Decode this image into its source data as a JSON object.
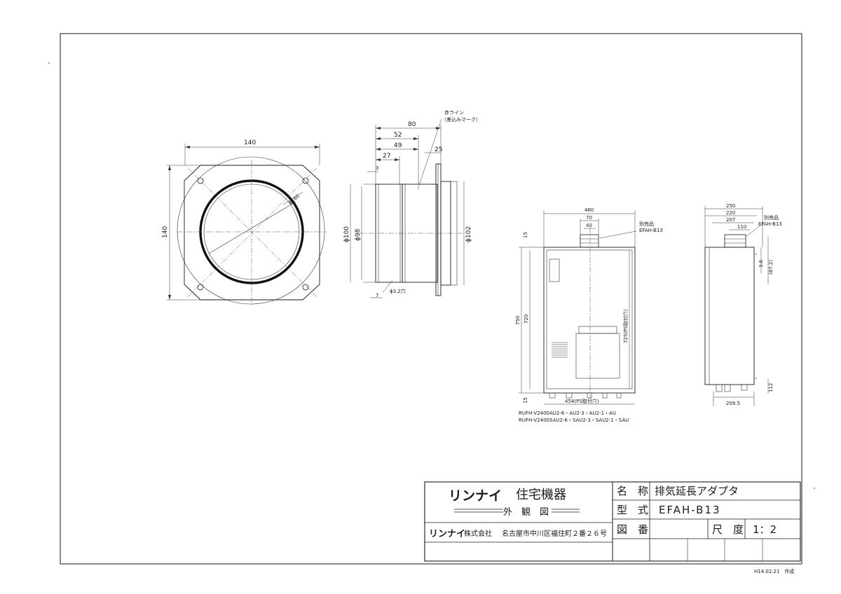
{
  "front_view": {
    "width_dim": "140",
    "height_dim": "140",
    "diameter": "ϕ160"
  },
  "side_view": {
    "dim_overall": "80",
    "dim_52": "52",
    "dim_49": "49",
    "dim_27": "27",
    "dim_25": "25",
    "dim_3": "3",
    "dim_7": "7",
    "dia_100": "ϕ100",
    "dia_98": "ϕ98",
    "dia_102": "ϕ102",
    "hole": "ϕ3.2穴",
    "note_line1": "赤ライン",
    "note_line2": "（差込みマーク）"
  },
  "unit_front": {
    "width": "460",
    "dim_70": "70",
    "dim_40": "40",
    "separate_part": "別売品",
    "part_code": "EFAH-B13",
    "top_15": "15",
    "h750": "750",
    "h720": "720",
    "inner": "725(PS取付穴)",
    "bottom_15": "15",
    "base": "454(PS取付穴)",
    "models_line1": "RUFH-V2400AU2-6・AU2-3・AU2-1・AU",
    "models_line2": "RUFH-V2400SAU2-6・SAU2-3・SAU2-1・SAU"
  },
  "unit_side": {
    "d250": "250",
    "d220": "220",
    "d207": "207",
    "d110": "110",
    "separate_part": "別売品",
    "part_code": "EFAH-B13",
    "d36": "3.6",
    "d872": "(87.2)",
    "d112": "112",
    "d2095": "209.5"
  },
  "title_block": {
    "brand": "リンナイ",
    "heading": "住宅機器",
    "view_type": "外　観　図",
    "company_brand": "リンナイ",
    "company_kind": "株式会社",
    "address": "名古屋市中川区福住町２番２６号",
    "name_label": "名　称",
    "name_value": "排気延長アダプタ",
    "model_label": "型　式",
    "model_value": "EFAH-B13",
    "drawing_label": "図　番",
    "scale_label": "尺　度",
    "scale_value": "1：2"
  },
  "footer_note": "H14.02.21　作成"
}
